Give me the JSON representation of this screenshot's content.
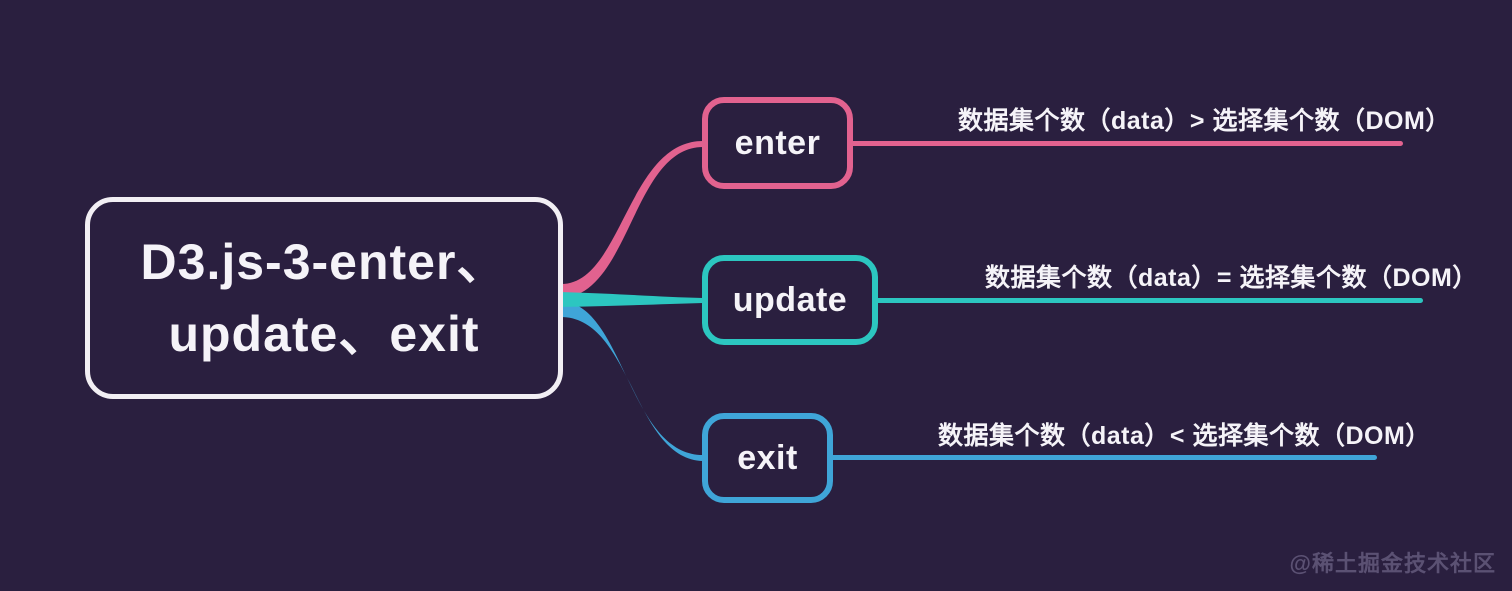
{
  "diagram": {
    "root_node": {
      "title": "D3.js-3-enter、\nupdate、exit"
    },
    "branches": [
      {
        "label": "enter",
        "description": "数据集个数（data）> 选择集个数（DOM）",
        "color": "#e2628f"
      },
      {
        "label": "update",
        "description": "数据集个数（data）= 选择集个数（DOM）",
        "color": "#2cc6c0"
      },
      {
        "label": "exit",
        "description": "数据集个数（data）< 选择集个数（DOM）",
        "color": "#3fa5d8"
      }
    ]
  },
  "watermark": {
    "text": "@稀土掘金技术社区",
    "color": "#847a9e"
  },
  "colors": {
    "background": "#2a1f3f",
    "root_border": "#f2eff4",
    "text": "#f5f3f8"
  }
}
